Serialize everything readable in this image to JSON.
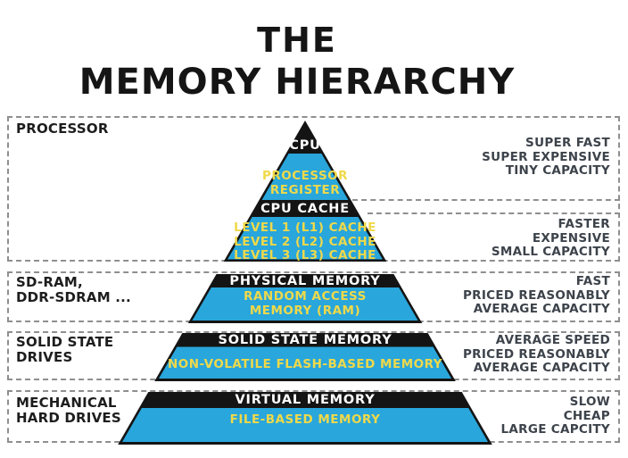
{
  "title": {
    "line1": "THE",
    "line2": "MEMORY HIERARCHY"
  },
  "pyramid": {
    "sections": [
      {
        "band_label": "CPU",
        "body_lines": [
          "PROCESSOR",
          "REGISTER"
        ]
      },
      {
        "band_label": "CPU CACHE",
        "body_lines": [
          "LEVEL 1 (L1) CACHE",
          "LEVEL 2 (L2) CACHE",
          "LEVEL 3 (L3) CACHE"
        ]
      },
      {
        "band_label": "PHYSICAL MEMORY",
        "body_lines": [
          "RANDOM ACCESS",
          "MEMORY (RAM)"
        ]
      },
      {
        "band_label": "SOLID STATE MEMORY",
        "body_lines": [
          "NON-VOLATILE FLASH-BASED MEMORY"
        ]
      },
      {
        "band_label": "VIRTUAL MEMORY",
        "body_lines": [
          "FILE-BASED MEMORY"
        ]
      }
    ]
  },
  "rows": [
    {
      "left_lines": [
        "PROCESSOR"
      ],
      "right_lines": [
        "SUPER FAST",
        "SUPER EXPENSIVE",
        "TINY CAPACITY"
      ]
    },
    {
      "left_lines": [],
      "right_lines": [
        "FASTER",
        "EXPENSIVE",
        "SMALL CAPACITY"
      ]
    },
    {
      "left_lines": [
        "SD-RAM,",
        "DDR-SDRAM ..."
      ],
      "right_lines": [
        "FAST",
        "PRICED REASONABLY",
        "AVERAGE CAPACITY"
      ]
    },
    {
      "left_lines": [
        "SOLID STATE",
        "DRIVES"
      ],
      "right_lines": [
        "AVERAGE SPEED",
        "PRICED REASONABLY",
        "AVERAGE CAPACITY"
      ]
    },
    {
      "left_lines": [
        "MECHANICAL",
        "HARD DRIVES"
      ],
      "right_lines": [
        "SLOW",
        "CHEAP",
        "LARGE CAPCITY"
      ]
    }
  ],
  "colors": {
    "pyramid_blue": "#29a6db",
    "pyramid_yellow": "#efd94a",
    "band_black": "#141414",
    "dash_gray": "#8f8f8f",
    "left_label_color": "#1d1d1d",
    "right_label_color": "#3d434b"
  }
}
